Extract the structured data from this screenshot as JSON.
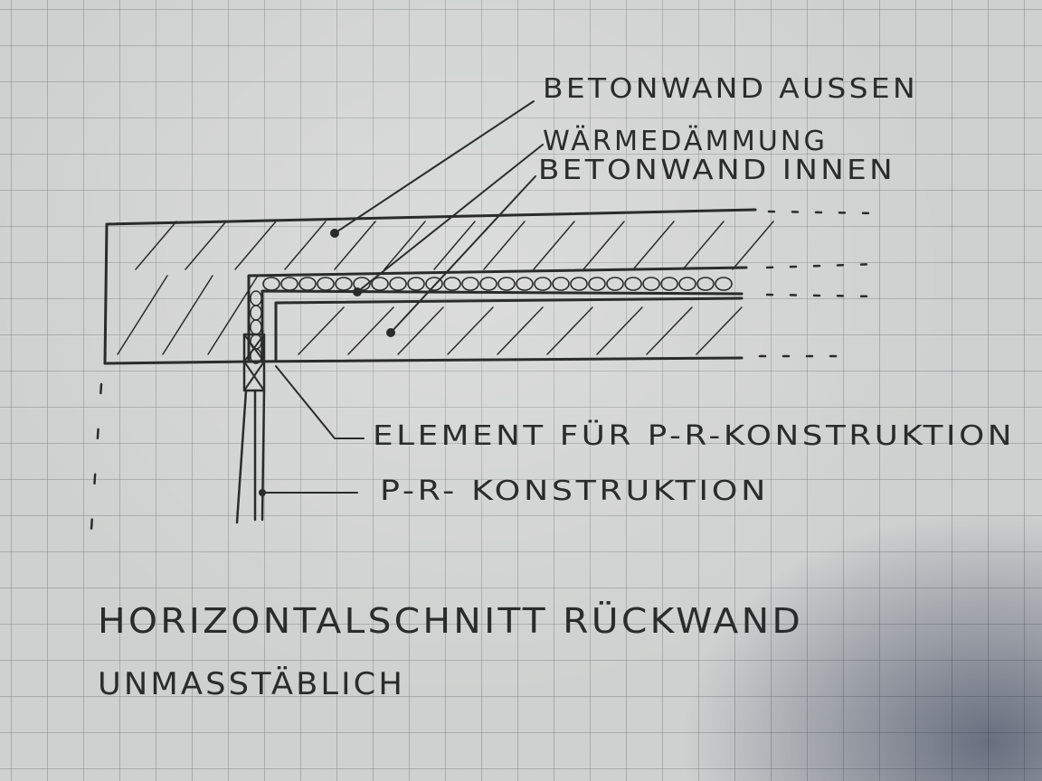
{
  "labels": {
    "outer_wall": "BETONWAND AUSSEN",
    "insulation": "WÄRMEDÄMMUNG",
    "inner_wall": "BETONWAND INNEN",
    "pr_element": "ELEMENT FÜR P-R-KONSTRUKTION",
    "pr_construction": "P-R- KONSTRUKTION"
  },
  "caption": {
    "title": "HORIZONTALSCHNITT RÜCKWAND",
    "subtitle": "UNMASSTÄBLICH"
  },
  "colors": {
    "ink": "#2a2c2b",
    "paper": "#cfd1d0",
    "grid": "#787d82"
  }
}
